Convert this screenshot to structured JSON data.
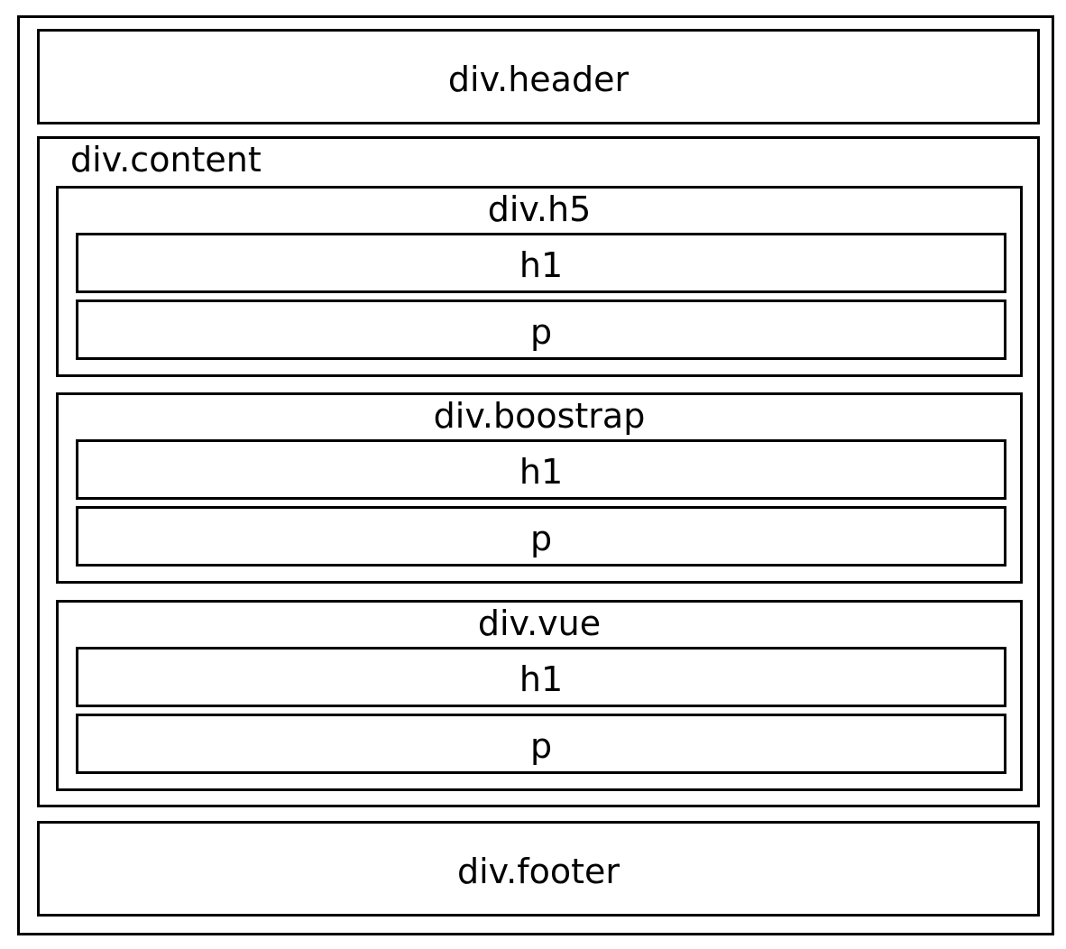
{
  "diagram": {
    "header": {
      "label": "div.header"
    },
    "content": {
      "label": "div.content",
      "sections": [
        {
          "label": "div.h5",
          "children": [
            "h1",
            "p"
          ]
        },
        {
          "label": "div.boostrap",
          "children": [
            "h1",
            "p"
          ]
        },
        {
          "label": "div.vue",
          "children": [
            "h1",
            "p"
          ]
        }
      ]
    },
    "footer": {
      "label": "div.footer"
    }
  }
}
